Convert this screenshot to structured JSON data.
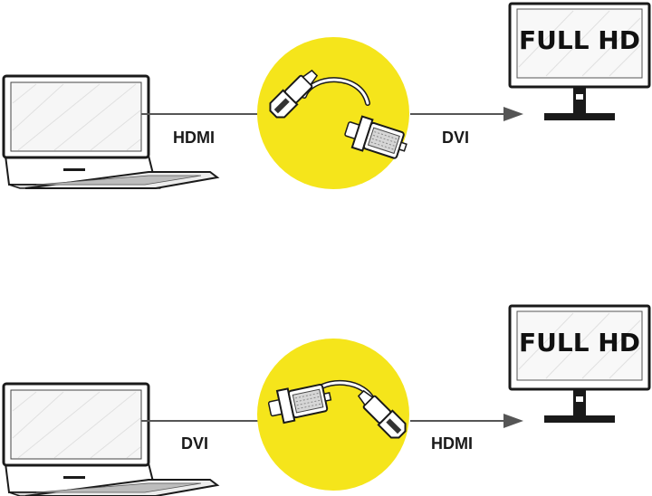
{
  "rows": [
    {
      "input_label": "HDMI",
      "output_label": "DVI",
      "monitor_text": "FULL HD",
      "adapter": "hdmi-to-dvi"
    },
    {
      "input_label": "DVI",
      "output_label": "HDMI",
      "monitor_text": "FULL HD",
      "adapter": "dvi-to-hdmi"
    }
  ],
  "colors": {
    "circle": "#f5e51b",
    "line": "#555555",
    "device": "#1a1a1a"
  }
}
